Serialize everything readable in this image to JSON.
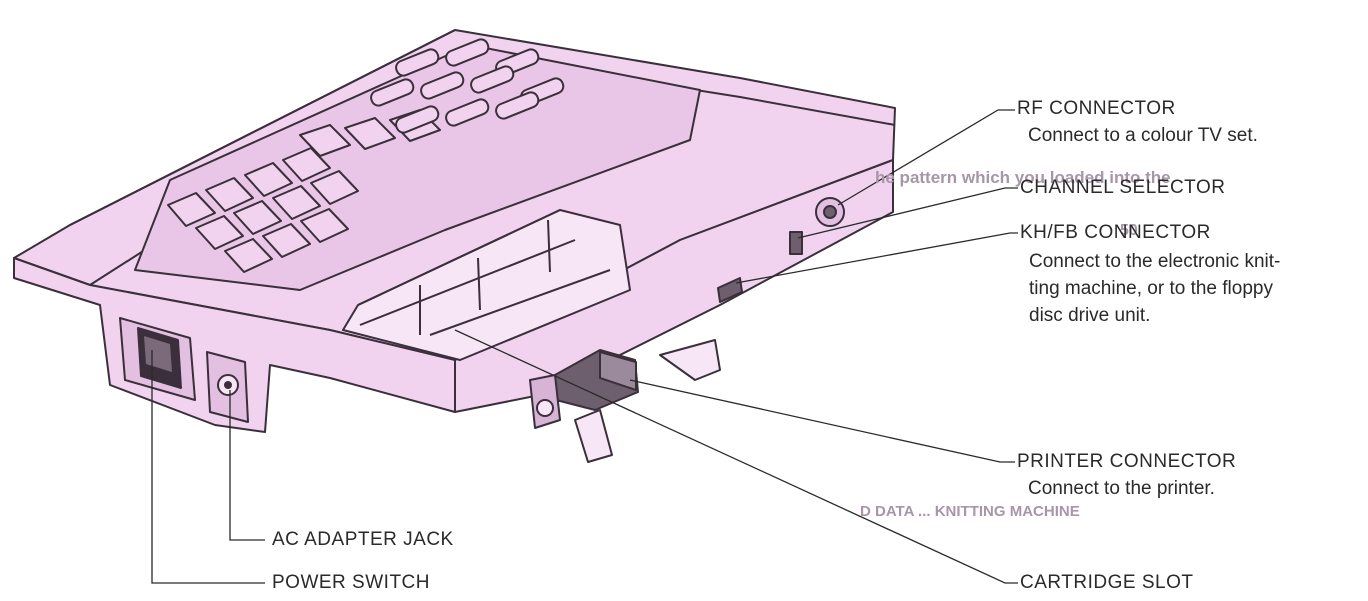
{
  "labels": {
    "rf_connector": "RF CONNECTOR",
    "rf_connector_desc": "Connect to a colour TV set.",
    "channel_selector": "CHANNEL SELECTOR",
    "khfb_connector": "KH/FB CONNECTOR",
    "khfb_desc_line1": "Connect to the electronic knit-",
    "khfb_desc_line2": "ting machine, or to the floppy",
    "khfb_desc_line3": "disc drive unit.",
    "printer_connector": "PRINTER CONNECTOR",
    "printer_desc": "Connect to the printer.",
    "cartridge_slot": "CARTRIDGE SLOT",
    "ac_adapter_jack": "AC ADAPTER JACK",
    "power_switch": "POWER SWITCH"
  },
  "show_through": {
    "line1": "he pattern which you loaded into the",
    "line2": "50",
    "line3": "D DATA ... KNITTING MACHINE"
  },
  "colors": {
    "body_fill": "#f1d3ef",
    "outline": "#3a2f3a",
    "leader": "#2a2a2a",
    "text": "#2a2a2a",
    "ghost_text": "#a796a8"
  }
}
